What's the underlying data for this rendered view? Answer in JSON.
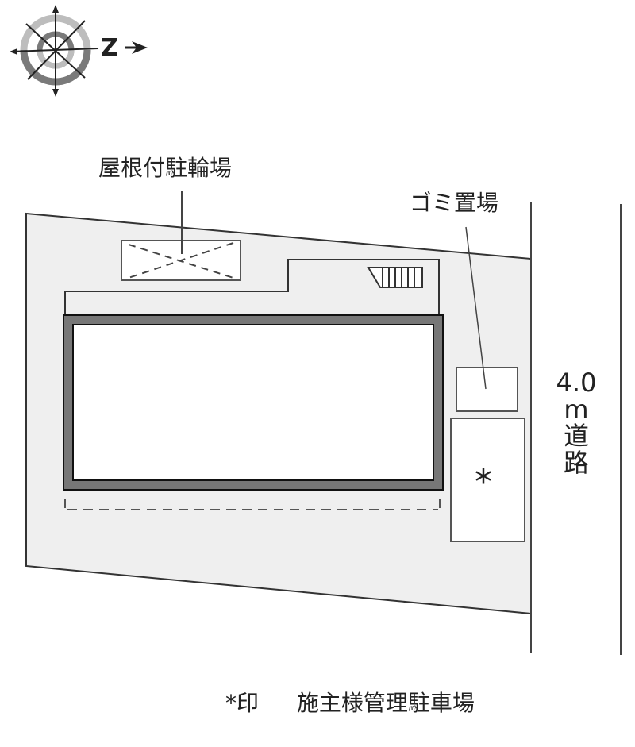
{
  "compass": {
    "north_label": "Z",
    "icon": "compass-rose-icon"
  },
  "labels": {
    "bicycle_parking": "屋根付駐輪場",
    "garbage_area": "ゴミ置場",
    "road_width": "4.0",
    "road_unit": "m",
    "road_text_1": "道",
    "road_text_2": "路",
    "parking_mark": "*"
  },
  "legend": {
    "mark": "*印",
    "text": "施主様管理駐車場"
  },
  "colors": {
    "site_fill": "#efefef",
    "building_wall": "#777777",
    "line": "#333333",
    "compass_light": "#bdbdbd",
    "compass_dark": "#7a7a7a"
  }
}
